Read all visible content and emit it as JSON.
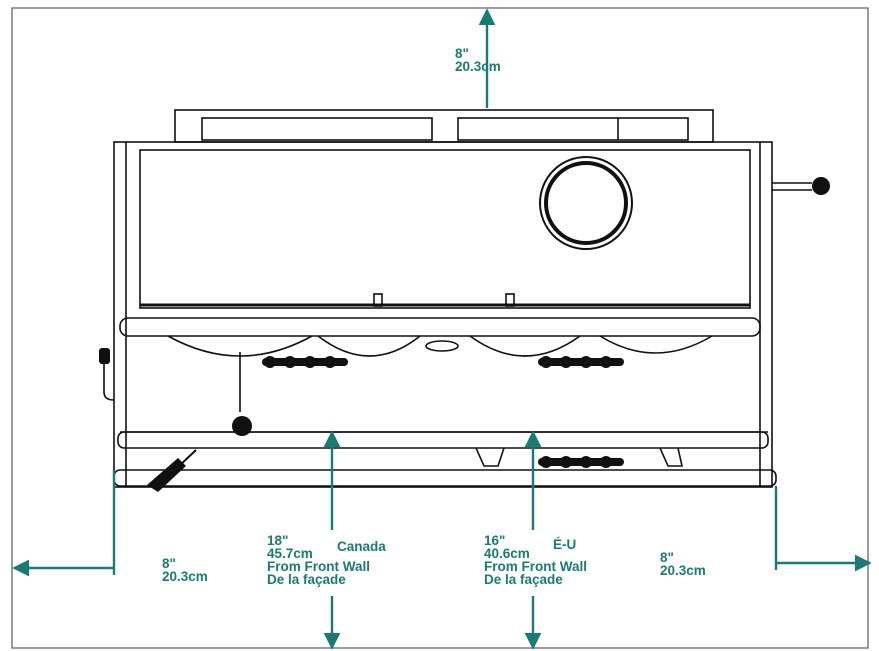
{
  "clearances": {
    "top": {
      "inches": "8\"",
      "cm": "20.3cm"
    },
    "left": {
      "inches": "8\"",
      "cm": "20.3cm"
    },
    "right": {
      "inches": "8\"",
      "cm": "20.3cm"
    },
    "canada": {
      "inches": "18\"",
      "cm": "45.7cm",
      "region": "Canada",
      "line1": "From Front Wall",
      "line2": "De la façade"
    },
    "us": {
      "inches": "16\"",
      "cm": "40.6cm",
      "region": "É-U",
      "line1": "From Front Wall",
      "line2": "De la façade"
    }
  },
  "colors": {
    "dimension": "#1a7a74",
    "drawing": "#111111",
    "border": "#7a7a7a"
  }
}
